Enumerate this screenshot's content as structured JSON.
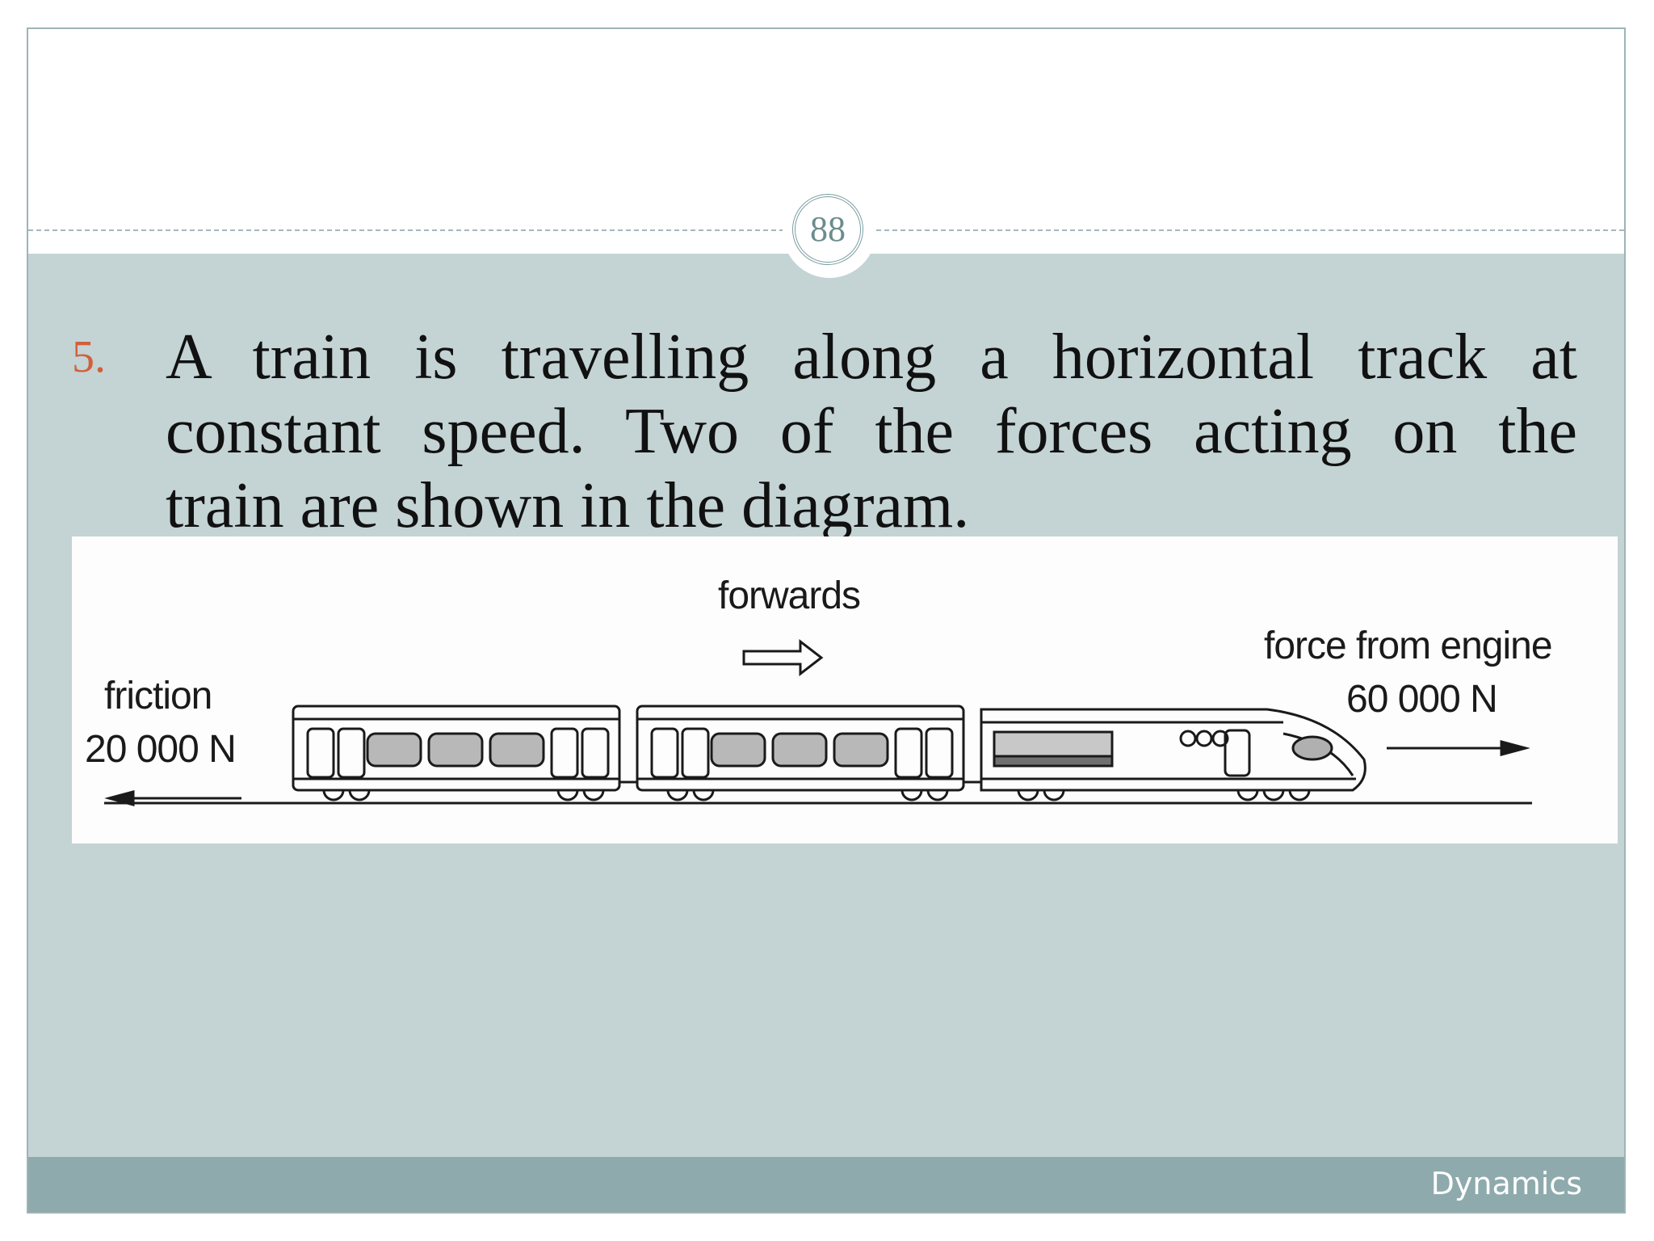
{
  "slide": {
    "page_number": "88",
    "footer": "Dynamics"
  },
  "question": {
    "number": "5.",
    "lines": [
      "A train is travelling along a horizontal track at",
      "constant speed. Two of the forces acting on the",
      "train are shown in the diagram."
    ]
  },
  "diagram": {
    "forwards_label": "forwards",
    "friction_label": "friction",
    "friction_value": "20 000 N",
    "engine_label": "force from engine",
    "engine_value": "60 000 N"
  }
}
